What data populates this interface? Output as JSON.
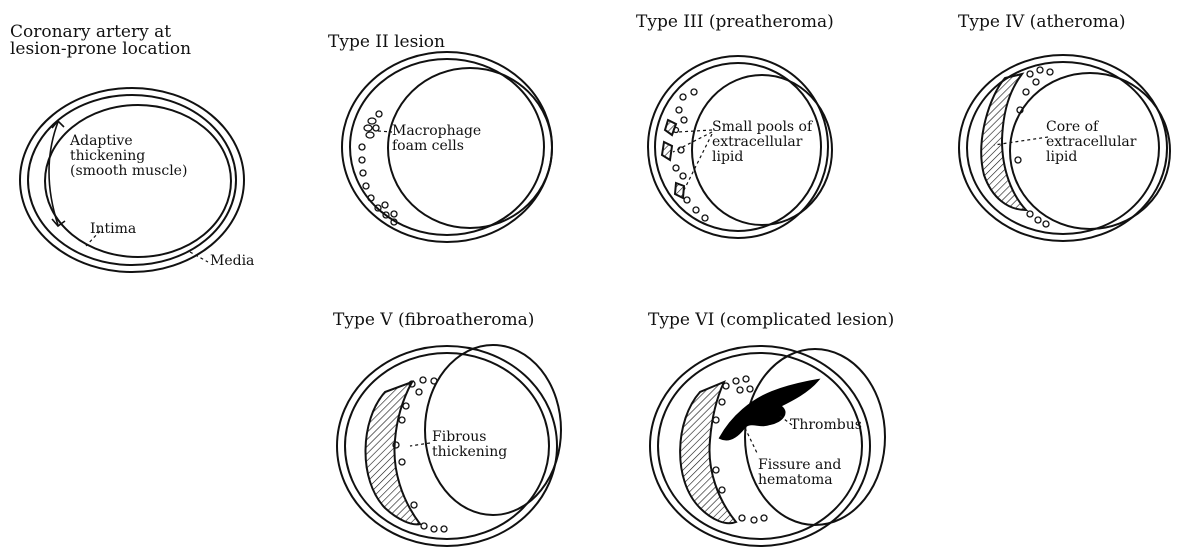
{
  "panels": [
    {
      "title": "Coronary artery at\nlesion-prone location",
      "labels": {
        "adaptive": "Adaptive\nthickening\n(smooth muscle)",
        "intima": "Intima",
        "media": "Media"
      }
    },
    {
      "title": "Type II lesion",
      "labels": {
        "main": "Macrophage\nfoam cells"
      }
    },
    {
      "title": "Type III (preatheroma)",
      "labels": {
        "main": "Small pools of\nextracellular\nlipid"
      }
    },
    {
      "title": "Type IV (atheroma)",
      "labels": {
        "main": "Core of\nextracellular\nlipid"
      }
    },
    {
      "title": "Type V (fibroatheroma)",
      "labels": {
        "main": "Fibrous\nthickening"
      }
    },
    {
      "title": "Type VI (complicated lesion)",
      "labels": {
        "thrombus": "Thrombus",
        "fissure": "Fissure and\nhematoma"
      }
    }
  ],
  "colors": {
    "ink": "#111111",
    "thrombus": "#000000",
    "background": "#ffffff"
  }
}
